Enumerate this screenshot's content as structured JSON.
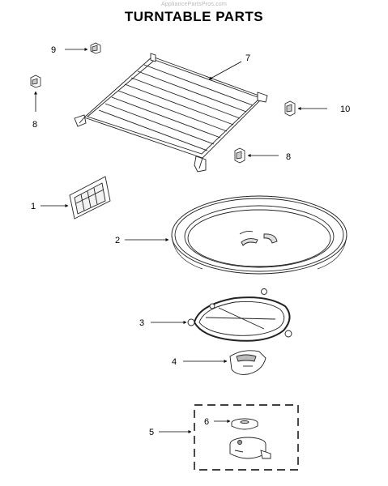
{
  "header": {
    "watermark": "AppliancePartsPros.com",
    "title": "TURNTABLE PARTS"
  },
  "callouts": [
    {
      "part": "clip-top-left",
      "number": "9"
    },
    {
      "part": "rack",
      "number": "7"
    },
    {
      "part": "clip-left",
      "number": "8"
    },
    {
      "part": "clip-right",
      "number": "10"
    },
    {
      "part": "clip-lower-right",
      "number": "8"
    },
    {
      "part": "cover",
      "number": "1"
    },
    {
      "part": "glass-tray",
      "number": "2"
    },
    {
      "part": "roller-ring",
      "number": "3"
    },
    {
      "part": "coupler",
      "number": "4"
    },
    {
      "part": "motor-kit",
      "number": "5"
    },
    {
      "part": "motor-cap",
      "number": "6"
    }
  ]
}
